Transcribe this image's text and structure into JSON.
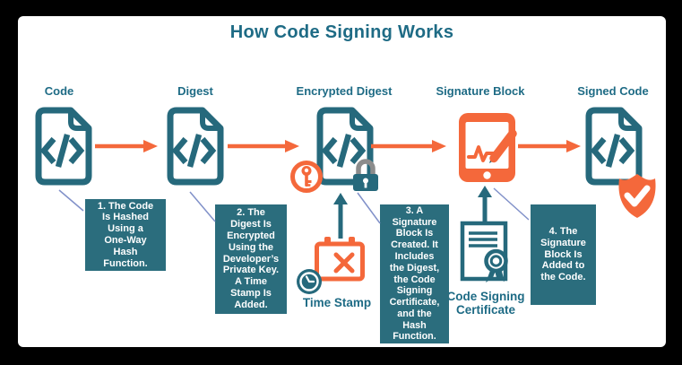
{
  "title": "How Code Signing Works",
  "stages": [
    {
      "label": "Code",
      "icon": "code-file-icon"
    },
    {
      "label": "Digest",
      "icon": "digest-file-icon"
    },
    {
      "label": "Encrypted Digest",
      "icon": "encrypted-file-icon",
      "badges": [
        "key-icon",
        "lock-icon"
      ]
    },
    {
      "label": "Signature Block",
      "icon": "tablet-signature-icon"
    },
    {
      "label": "Signed Code",
      "icon": "signed-file-icon",
      "badges": [
        "shield-check-icon"
      ]
    }
  ],
  "glyphs": {
    "markup": "</>"
  },
  "notes": [
    {
      "text": "1. The Code\nIs Hashed\nUsing a\nOne-Way\nHash\nFunction."
    },
    {
      "text": "2. The\nDigest Is\nEncrypted\nUsing the\nDeveloper’s\nPrivate Key.\nA Time\nStamp Is\nAdded."
    },
    {
      "text": "3. A\nSignature\nBlock Is\nCreated. It\nIncludes\nthe Digest,\nthe Code\nSigning\nCertificate,\nand the\nHash\nFunction."
    },
    {
      "text": "4. The\nSignature\nBlock Is\nAdded to\nthe Code."
    }
  ],
  "extras": {
    "time_stamp_label": "Time Stamp",
    "certificate_label": "Code Signing\nCertificate",
    "certificate_icon": "certificate-seal-icon",
    "time_stamp_icons": [
      "calendar-x-icon",
      "clock-icon"
    ]
  },
  "colors": {
    "teal": "#26697c",
    "note_background": "#2b6d7d",
    "label_teal": "#1e6b85",
    "orange": "#f4683b",
    "connector_blue": "#8191c9",
    "lock_shackle_gray": "#8c8c8c",
    "panel_white": "#ffffff",
    "frame_black": "#000000"
  }
}
